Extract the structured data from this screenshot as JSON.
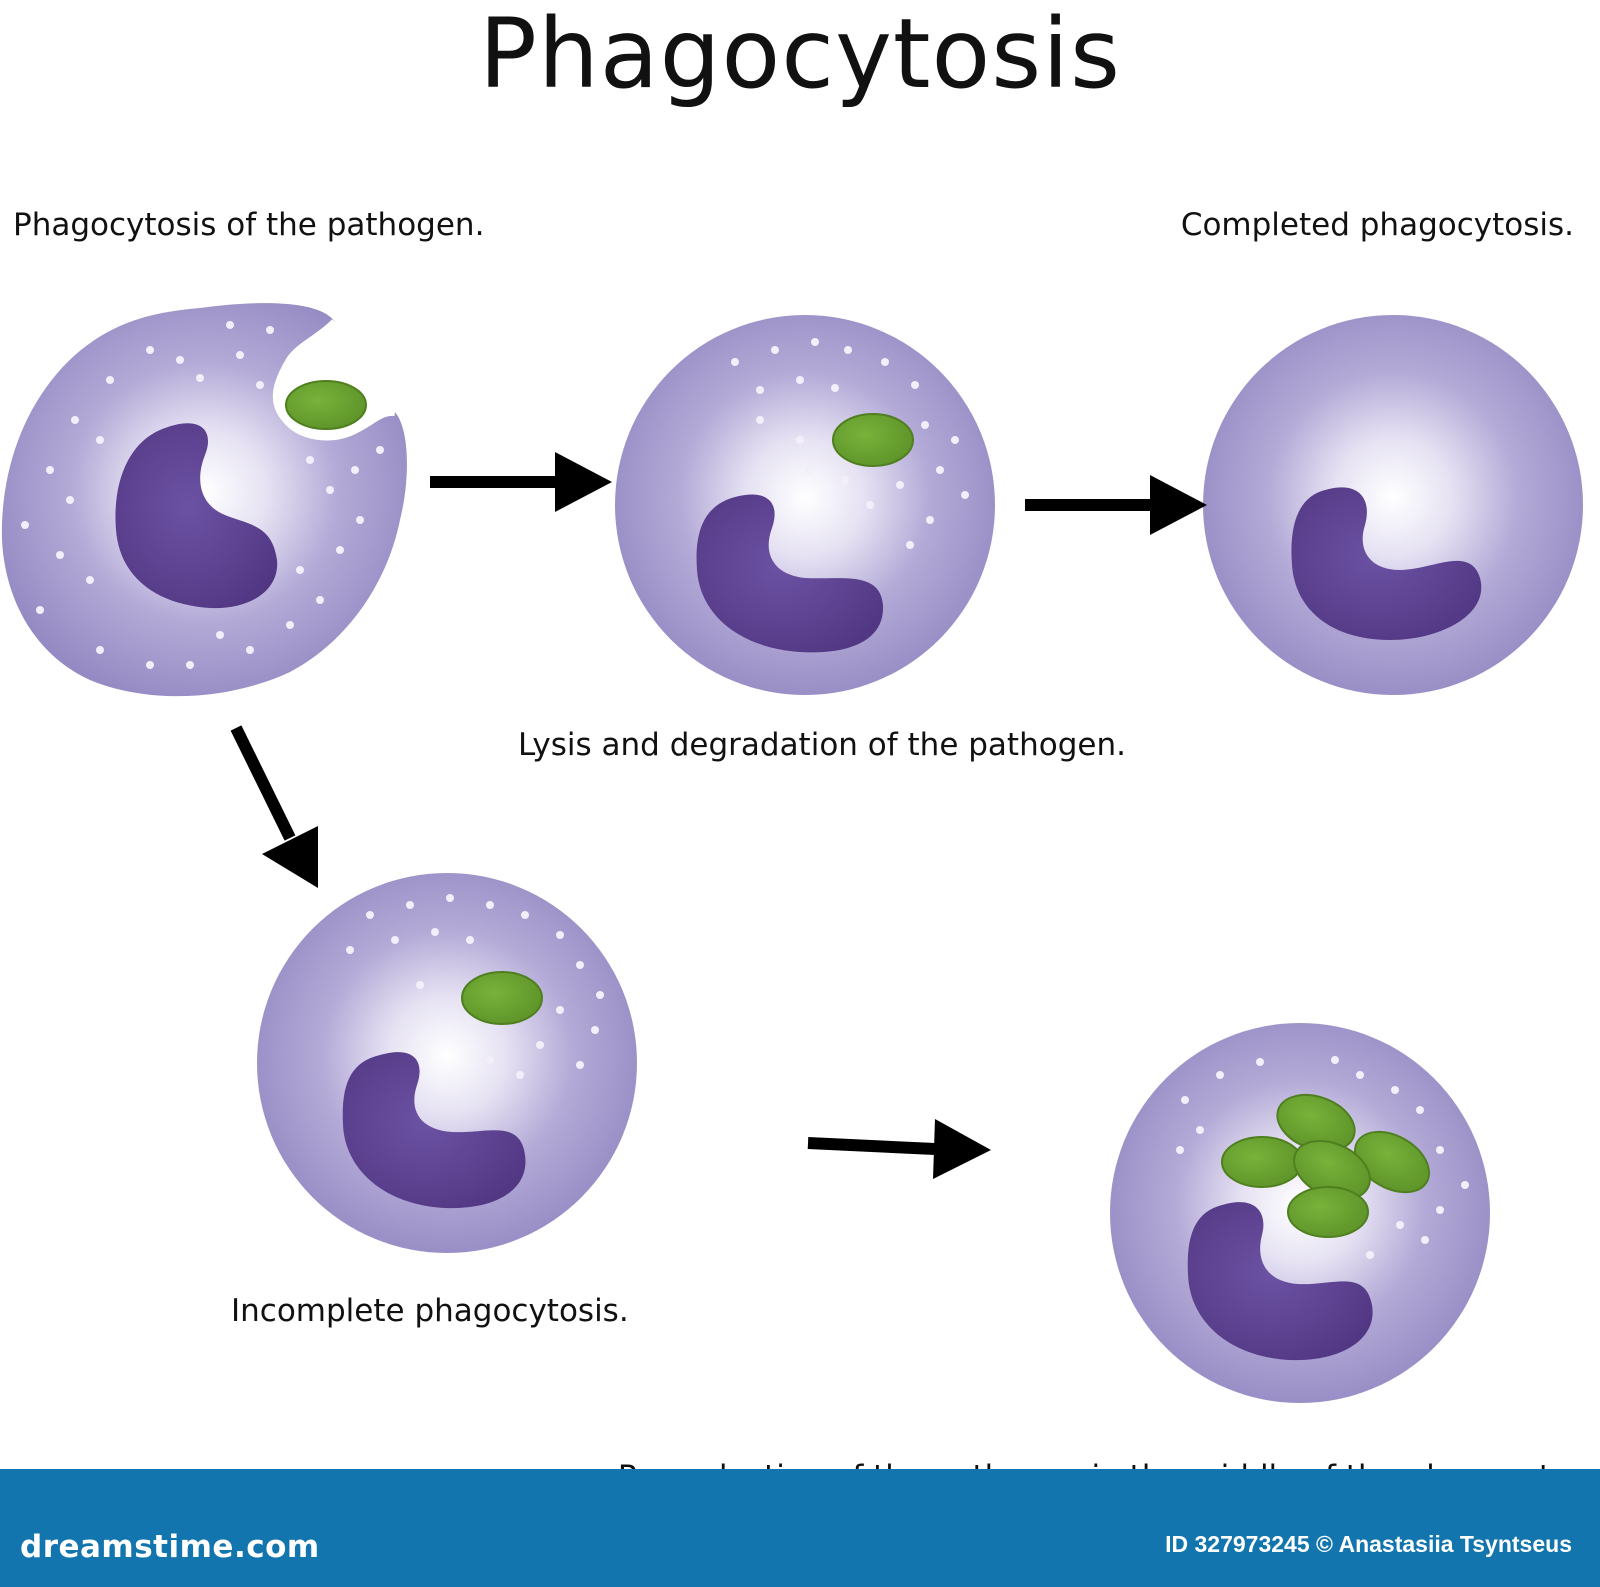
{
  "title": "Phagocytosis",
  "labels": {
    "phagocytosis_of_pathogen": "Phagocytosis of the pathogen.",
    "completed": "Completed phagocytosis.",
    "lysis": "Lysis and degradation of the pathogen.",
    "incomplete": "Incomplete phagocytosis.",
    "reproduction": "Reproduction of the pathogen in the middle of the phagocyte."
  },
  "footer": {
    "brand": "dreamstime.com",
    "credit": "ID 327973245 © Anastasiia Tsyntseus"
  },
  "colors": {
    "cell": "#9b90c6",
    "cell_highlight": "#ffffff",
    "nucleus": "#5a3f8e",
    "pathogen": "#6aa12f",
    "pathogen_edge": "#4f7f1f",
    "arrow": "#000000",
    "footer": "#1375ad"
  }
}
